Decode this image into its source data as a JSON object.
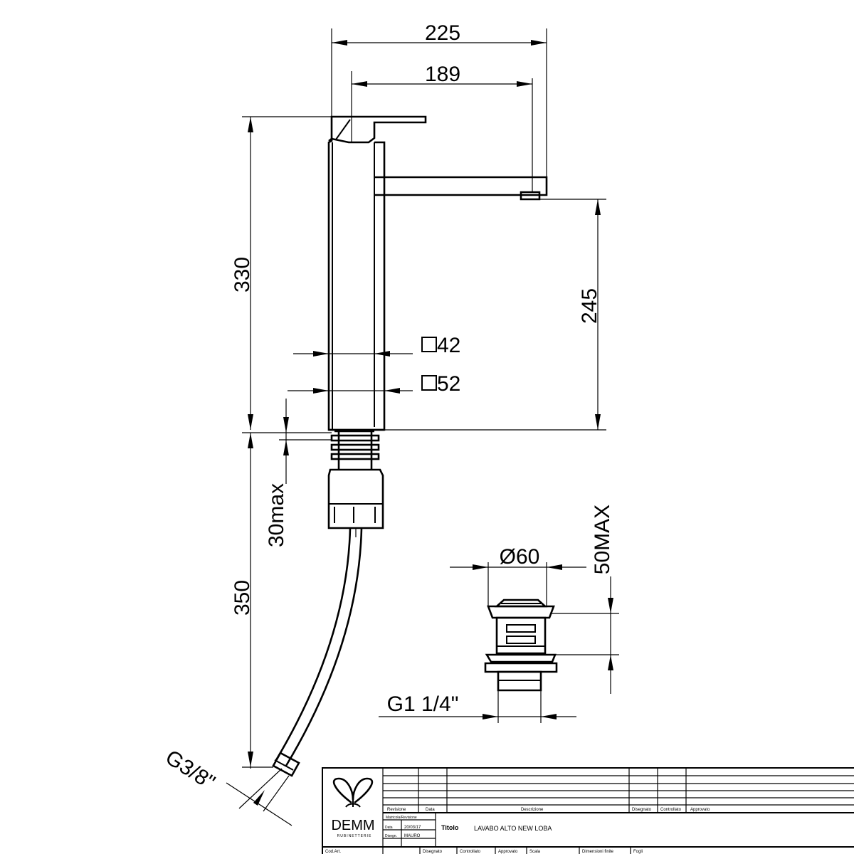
{
  "drawing": {
    "dimensions": {
      "overall_width": "225",
      "spout_reach": "189",
      "total_height": "330",
      "spout_height": "245",
      "square_42": "42",
      "square_52": "52",
      "max_thickness": "30max",
      "hose_length": "350",
      "hose_thread": "G3/8\"",
      "waste_diameter": "Ø60",
      "waste_max": "50MAX",
      "waste_thread": "G1 1/4\""
    }
  },
  "title_block": {
    "logo_text": "DEMM",
    "logo_subtext": "RUBINETTERIE",
    "col_labels": [
      "Revisione",
      "Data",
      "Descrizione",
      "Disegnato",
      "Controllato",
      "Approvato"
    ],
    "approval_label": "Matricola/Revisione",
    "date_label": "Data",
    "date_value": "20/03/17",
    "drawn_label": "Disegn.",
    "drawn_value": "MAURO",
    "title_label": "Titolo",
    "title_value": "LAVABO ALTO NEW LOBA",
    "bottom_labels": [
      "Cod.Art.",
      "Disegnato",
      "Controllato",
      "Approvato",
      "Scala",
      "Dimensioni finite",
      "Fogli"
    ]
  }
}
